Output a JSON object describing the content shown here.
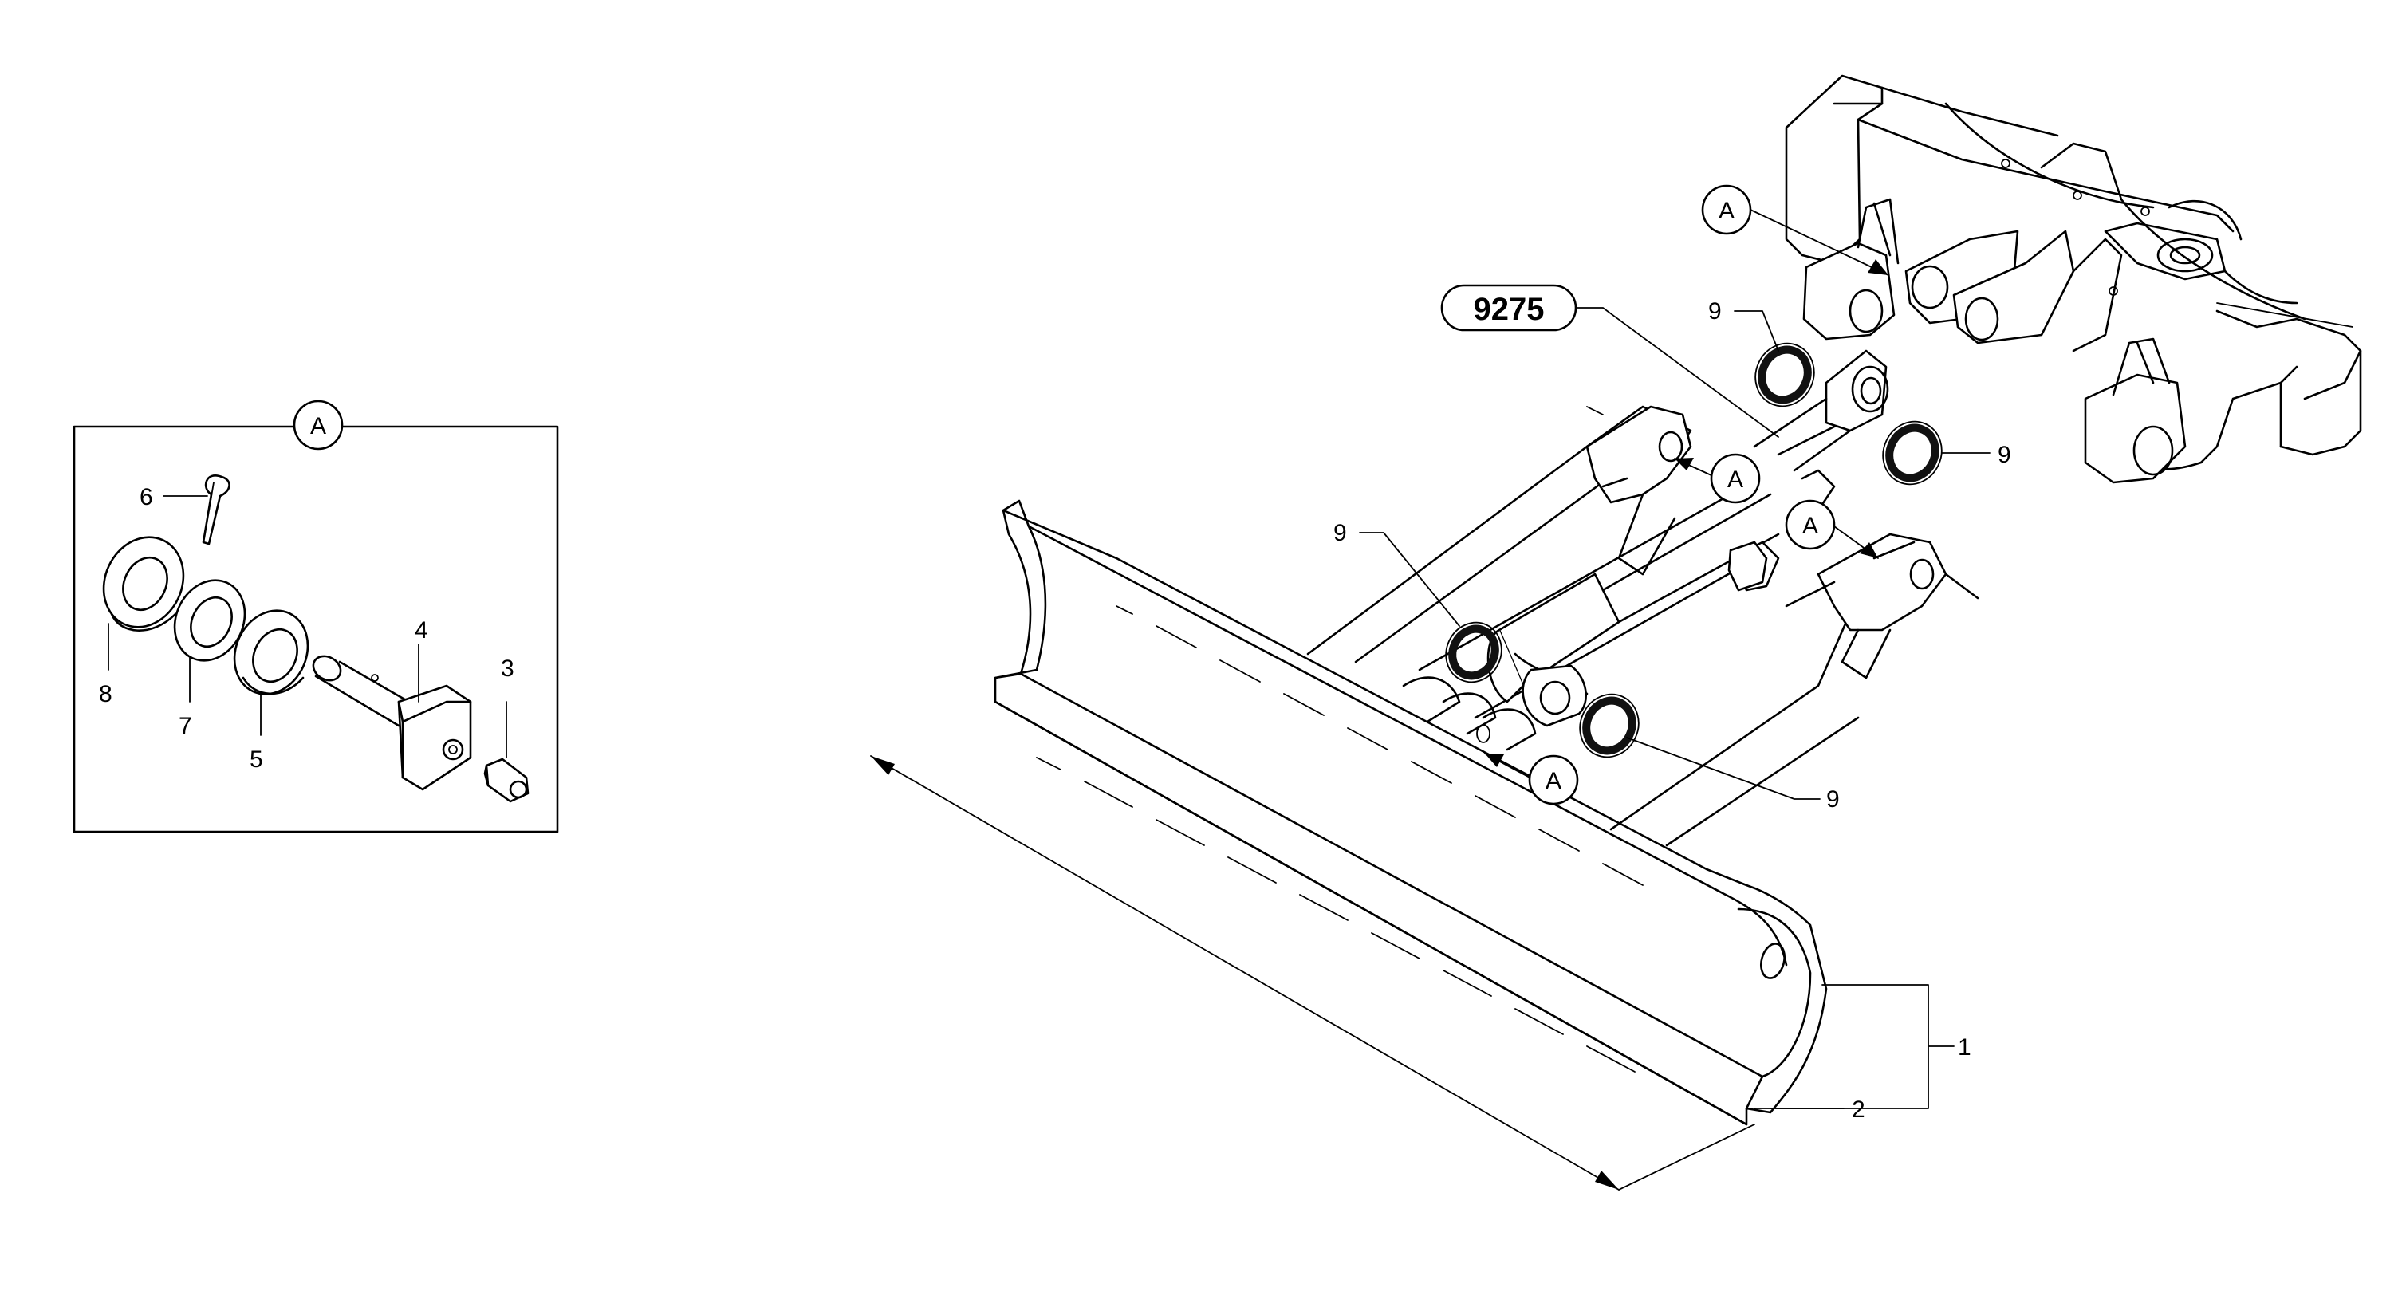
{
  "inset": {
    "ref_letter": "A",
    "callouts": {
      "c3": "3",
      "c4": "4",
      "c5": "5",
      "c6": "6",
      "c7": "7",
      "c8": "8"
    }
  },
  "main": {
    "reference_number": "9275",
    "section_letter": "A",
    "callouts": {
      "c1": "1",
      "c2": "2",
      "c9": "9"
    }
  }
}
